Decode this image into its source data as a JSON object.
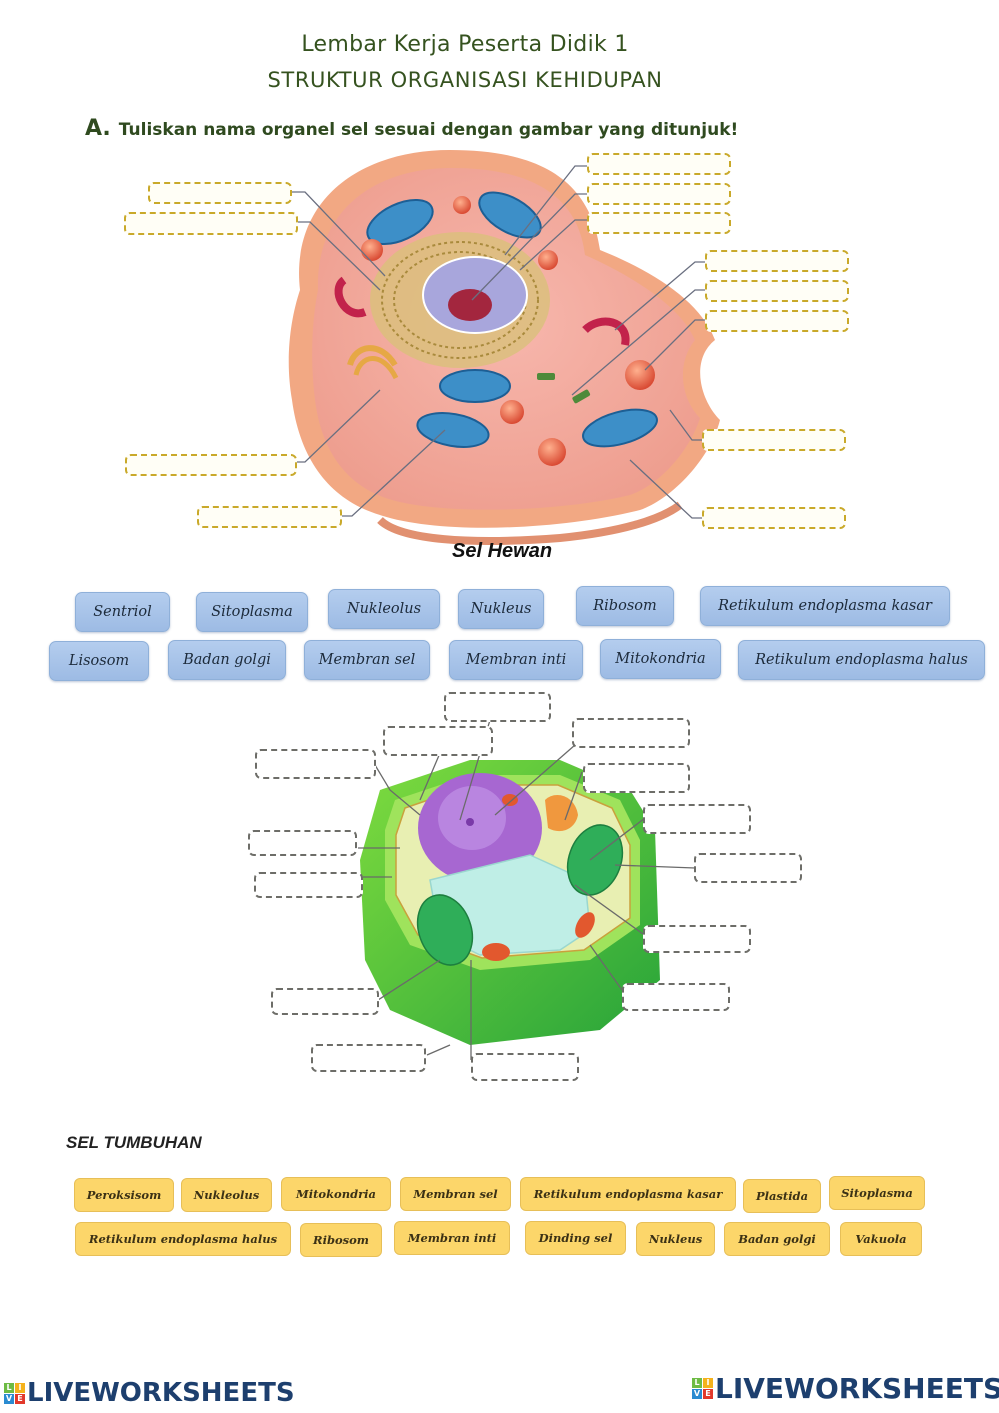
{
  "header": {
    "title": "Lembar Kerja Peserta Didik 1",
    "subtitle": "STRUKTUR ORGANISASI KEHIDUPAN",
    "instruction_letter": "A.",
    "instruction": "Tuliskan nama organel sel sesuai dengan gambar yang ditunjuk!"
  },
  "animal_cell": {
    "caption": "Sel Hewan",
    "drop_zone_count": 12,
    "word_bank": [
      "Sentriol",
      "Sitoplasma",
      "Nukleolus",
      "Nukleus",
      "Ribosom",
      "Retikulum endoplasma kasar",
      "Lisosom",
      "Badan golgi",
      "Membran sel",
      "Membran inti",
      "Mitokondria",
      "Retikulum endoplasma halus"
    ],
    "colors": {
      "chip": "#a8c4ea",
      "drop_border": "#c9a92a"
    }
  },
  "plant_cell": {
    "caption": "SEL TUMBUHAN",
    "drop_zone_count": 14,
    "word_bank": [
      "Peroksisom",
      "Nukleolus",
      "Mitokondria",
      "Membran sel",
      "Retikulum endoplasma kasar",
      "Plastida",
      "Sitoplasma",
      "Retikulum endoplasma halus",
      "Ribosom",
      "Membran inti",
      "Dinding sel",
      "Nukleus",
      "Badan golgi",
      "Vakuola"
    ],
    "colors": {
      "chip": "#fcd66a",
      "drop_border": "#6d6d68"
    }
  },
  "footer": {
    "brand": "LIVEWORKSHEETS",
    "logo_letters": [
      "L",
      "I",
      "V",
      "E"
    ]
  }
}
